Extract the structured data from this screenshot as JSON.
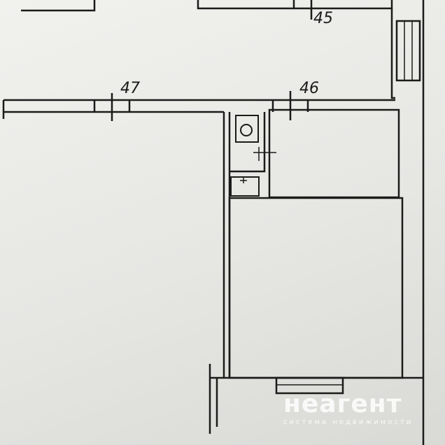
{
  "plan": {
    "labels": {
      "room_45": "45",
      "room_46": "46",
      "room_47": "47"
    }
  },
  "watermark": {
    "brand": "неагент",
    "tagline": "система недвижимости"
  }
}
